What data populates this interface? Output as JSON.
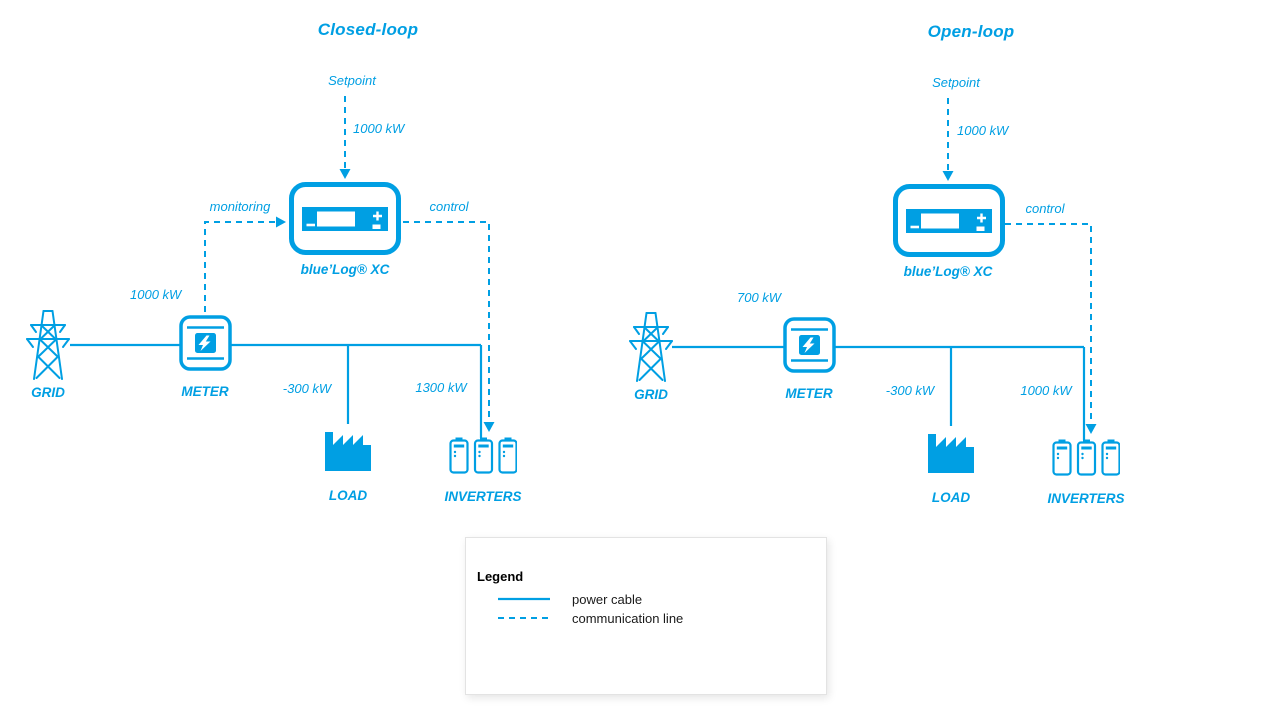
{
  "colors": {
    "accent": "#009fe3"
  },
  "diagrams": {
    "closed": {
      "title": "Closed-loop",
      "setpoint": "Setpoint",
      "setpoint_value": "1000 kW",
      "monitoring": "monitoring",
      "control": "control",
      "device": "blue’Log® XC",
      "grid": "GRID",
      "grid_value": "1000 kW",
      "meter": "METER",
      "load": "LOAD",
      "load_value": "-300 kW",
      "inverters": "INVERTERS",
      "inverters_value": "1300 kW"
    },
    "open": {
      "title": "Open-loop",
      "setpoint": "Setpoint",
      "setpoint_value": "1000 kW",
      "control": "control",
      "device": "blue’Log® XC",
      "grid": "GRID",
      "grid_value": "700 kW",
      "meter": "METER",
      "load": "LOAD",
      "load_value": "-300 kW",
      "inverters": "INVERTERS",
      "inverters_value": "1000 kW"
    }
  },
  "legend": {
    "title": "Legend",
    "items": [
      {
        "label": "power cable",
        "style": "solid"
      },
      {
        "label": "communication line",
        "style": "dashed"
      }
    ]
  }
}
